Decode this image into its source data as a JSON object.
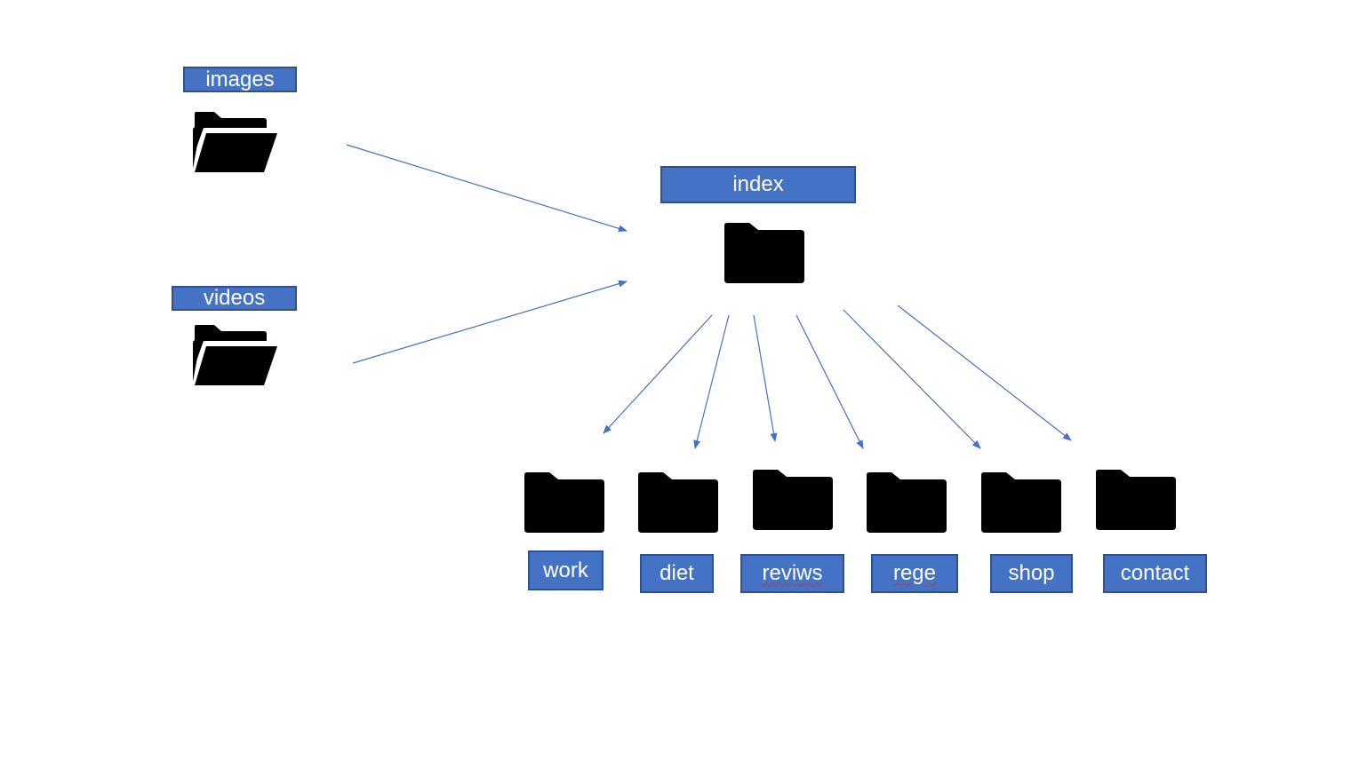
{
  "diagram": {
    "colors": {
      "label_fill": "#4472c4",
      "label_border": "#2f528f",
      "label_text": "#ffffff",
      "arrow": "#4472c4",
      "folder": "#000000",
      "spellcheck": "#e03030"
    },
    "source_folders": [
      {
        "label": "images",
        "icon": "folder-open-icon"
      },
      {
        "label": "videos",
        "icon": "folder-open-icon"
      }
    ],
    "root_folder": {
      "label": "index",
      "icon": "folder-icon"
    },
    "child_folders": [
      {
        "label": "work",
        "icon": "folder-icon"
      },
      {
        "label": "diet",
        "icon": "folder-icon"
      },
      {
        "label": "reviws",
        "icon": "folder-icon",
        "spelling_flag": true
      },
      {
        "label": "rege",
        "icon": "folder-icon",
        "spelling_flag": true
      },
      {
        "label": "shop",
        "icon": "folder-icon"
      },
      {
        "label": "contact",
        "icon": "folder-icon"
      }
    ]
  }
}
